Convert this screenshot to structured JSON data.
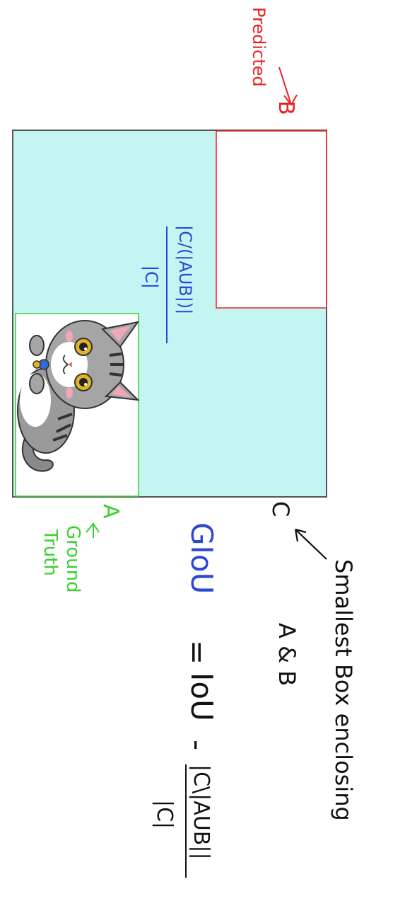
{
  "labels": {
    "predicted": "Predicted",
    "b": "B",
    "a": "A",
    "ground_truth_line1": "Ground",
    "ground_truth_line2": "Truth",
    "c": "C",
    "smallest_line1": "Smallest Box enclosing",
    "smallest_line2": "A & B"
  },
  "formula": {
    "center_fraction_num": "|C/(|AUB|)|",
    "center_fraction_den": "|C|",
    "lhs": "GIoU",
    "eq": "=",
    "iou": "IoU",
    "minus": "-",
    "frac_num": "|C\\|AUB||",
    "frac_den": "|C|"
  },
  "colors": {
    "predicted": "#e8211f",
    "ground_truth": "#39d12e",
    "formula_blue": "#2a47d6",
    "enclosing_fill": "#c4f5f3",
    "enclosing_border": "#555555",
    "ink": "#111111"
  },
  "icons": {
    "ground_truth_image": "cat-icon"
  }
}
